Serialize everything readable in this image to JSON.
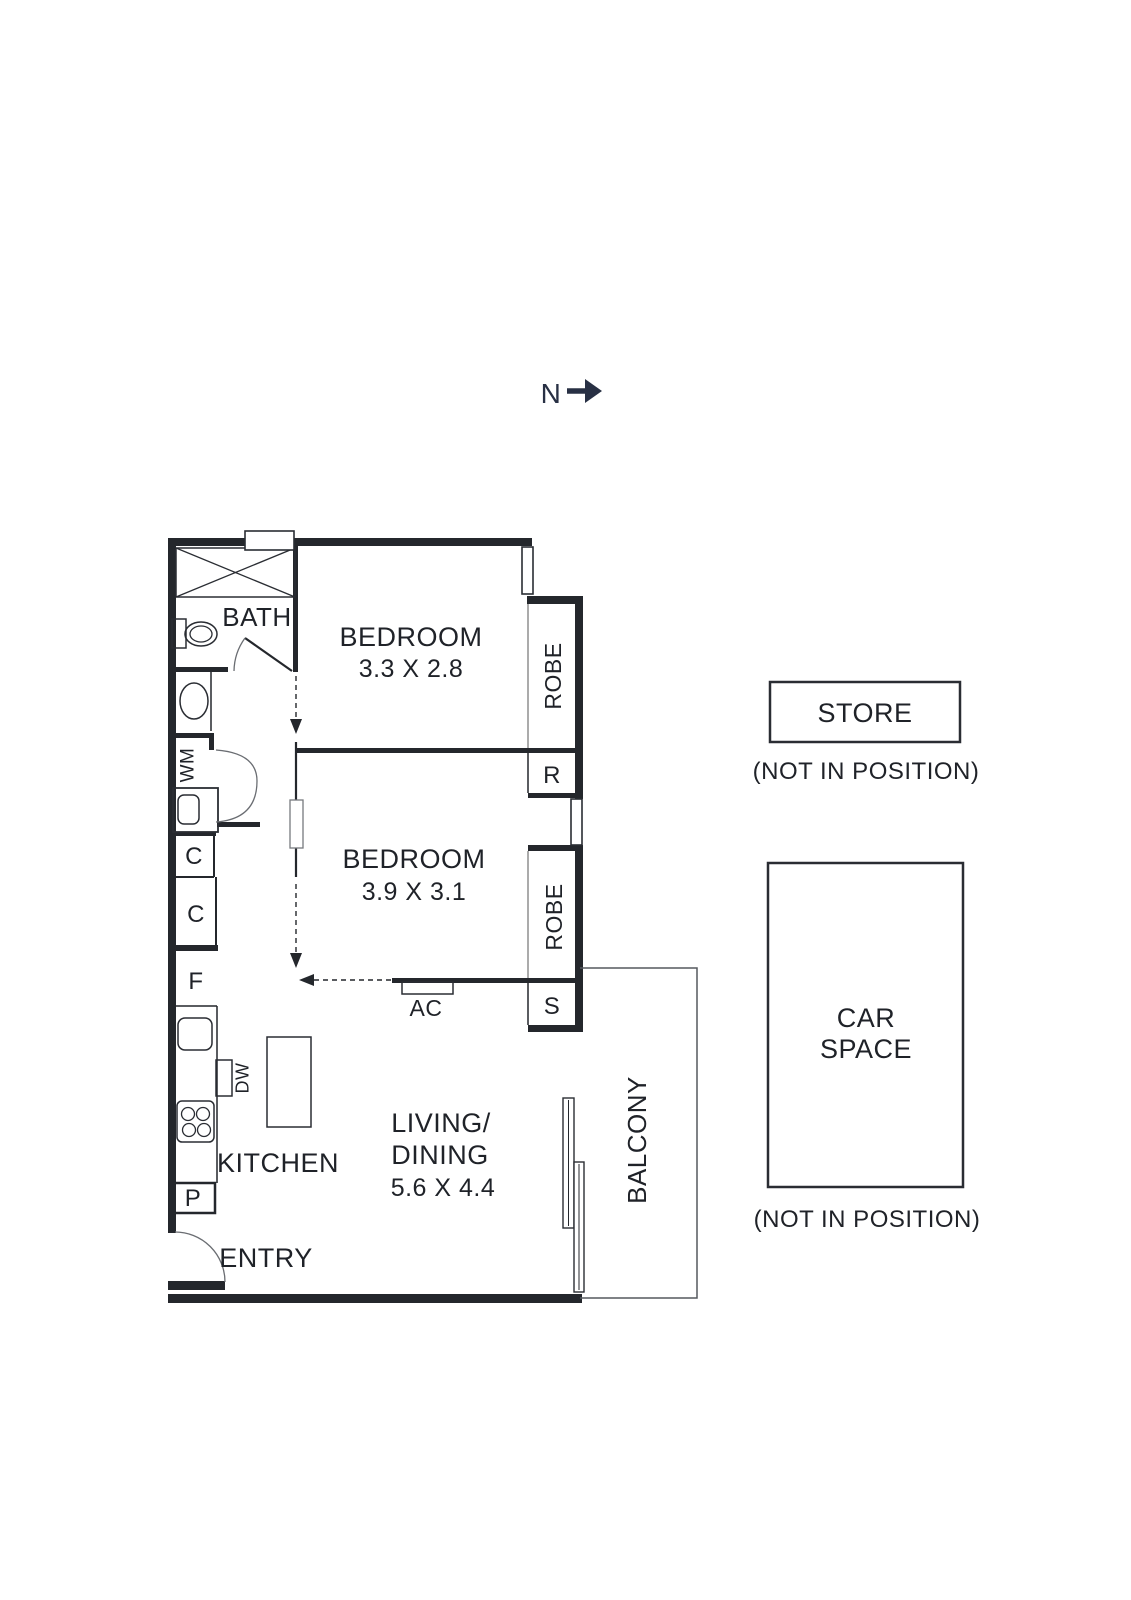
{
  "north": {
    "label": "N"
  },
  "rooms": {
    "bath": {
      "label": "BATH"
    },
    "bedroom1": {
      "label": "BEDROOM",
      "dimensions": "3.3 X 2.8"
    },
    "bedroom2": {
      "label": "BEDROOM",
      "dimensions": "3.9 X 3.1"
    },
    "living_dining": {
      "label_line1": "LIVING/",
      "label_line2": "DINING",
      "dimensions": "5.6 X 4.4"
    },
    "kitchen": {
      "label": "KITCHEN"
    },
    "entry": {
      "label": "ENTRY"
    },
    "balcony": {
      "label": "BALCONY"
    }
  },
  "fixtures": {
    "robe1": {
      "label": "ROBE"
    },
    "r_cupboard": {
      "label": "R"
    },
    "robe2": {
      "label": "ROBE"
    },
    "s_cupboard": {
      "label": "S"
    },
    "wm": {
      "label": "WM"
    },
    "dw": {
      "label": "DW"
    },
    "ac": {
      "label": "AC"
    },
    "c1": {
      "label": "C"
    },
    "c2": {
      "label": "C"
    },
    "f": {
      "label": "F"
    },
    "p": {
      "label": "P"
    }
  },
  "outside": {
    "store": {
      "label": "STORE",
      "note": "(NOT IN POSITION)"
    },
    "car_space": {
      "label_line1": "CAR",
      "label_line2": "SPACE",
      "note": "(NOT IN POSITION)"
    }
  },
  "colors": {
    "background": "#ffffff",
    "walls": "#24272c",
    "text": "#1f2228",
    "north_arrow": "#283044"
  }
}
